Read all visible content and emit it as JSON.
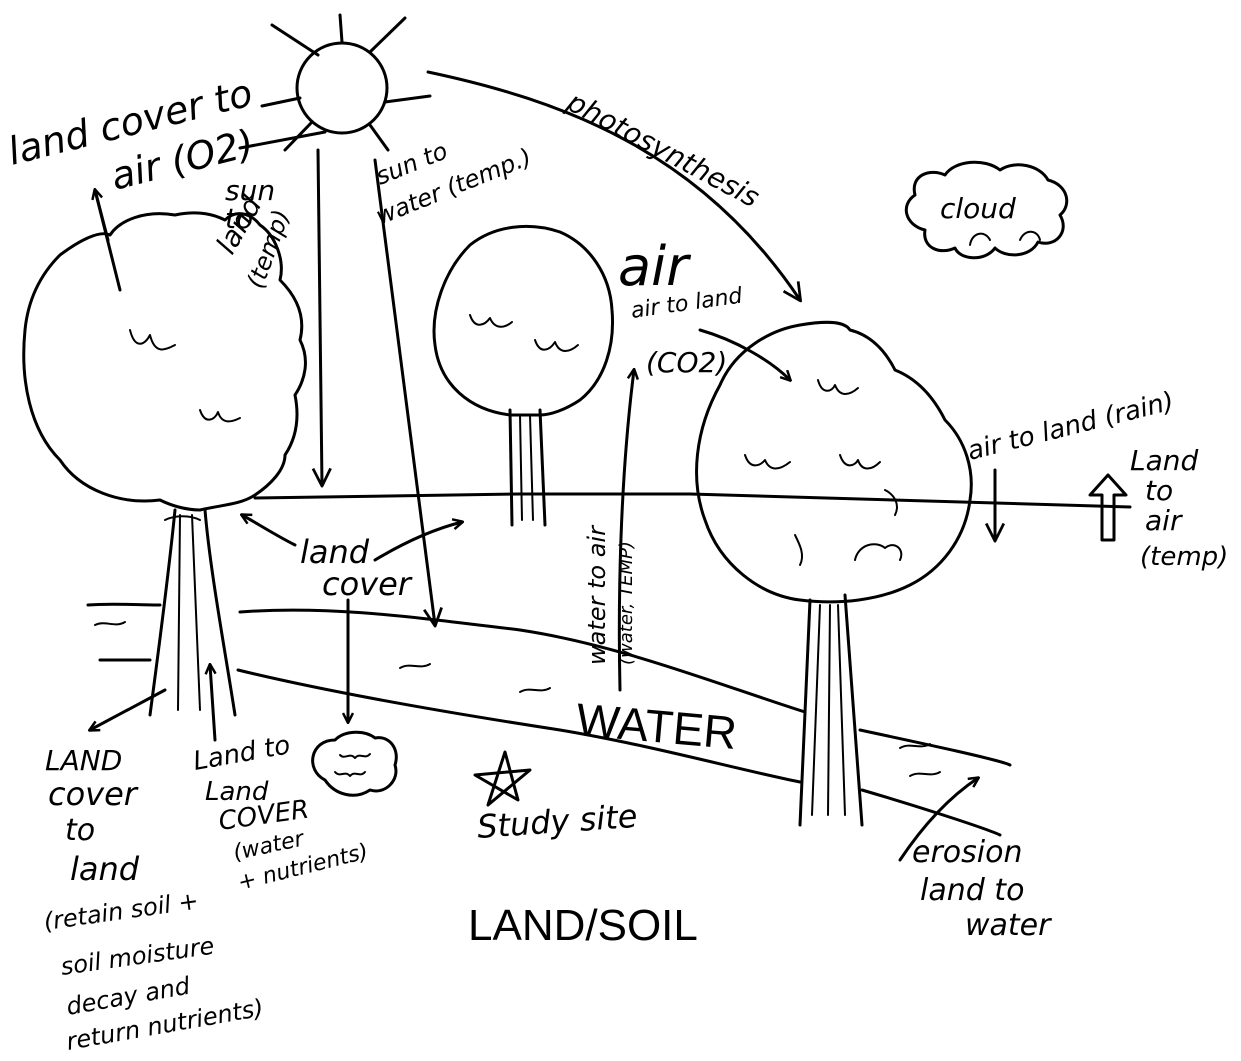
{
  "labels": {
    "land_cover_to_air_1": "land cover to",
    "land_cover_to_air_2": "air (O2)",
    "sun_to_land_1": "sun",
    "sun_to_land_2": "to",
    "sun_to_land_3": "land",
    "sun_to_land_4": "(temp)",
    "sun_to_water_1": "sun to",
    "sun_to_water_2": "water (temp.)",
    "photosynthesis": "photosynthesis",
    "cloud": "cloud",
    "air": "air",
    "air_to_land_co2_1": "air to land",
    "air_to_land_co2_2": "(CO2)",
    "air_to_land_rain": "air to land (rain)",
    "land_to_air_1": "Land",
    "land_to_air_2": "to",
    "land_to_air_3": "air",
    "land_to_air_4": "(temp)",
    "land_cover_1": "land",
    "land_cover_2": "cover",
    "water_to_air_1": "water to air",
    "water_to_air_2": "(water, TEMP)",
    "water": "WATER",
    "study_site": "Study site",
    "land_cover_to_land_1": "LAND",
    "land_cover_to_land_2": "cover",
    "land_cover_to_land_3": "to",
    "land_cover_to_land_4": "land",
    "land_cover_to_land_5": "(retain soil +",
    "land_cover_to_land_6": "soil moisture",
    "land_cover_to_land_7": "decay and",
    "land_cover_to_land_8": "return nutrients)",
    "land_to_land_cover_1": "Land to",
    "land_to_land_cover_2": "Land",
    "land_to_land_cover_3": "COVER",
    "land_to_land_cover_4": "(water",
    "land_to_land_cover_5": "+ nutrients)",
    "erosion_1": "erosion",
    "erosion_2": "land to",
    "erosion_3": "water",
    "land_soil": "LAND/SOIL"
  },
  "colors": {
    "ink": "#000000",
    "paper": "#ffffff"
  }
}
